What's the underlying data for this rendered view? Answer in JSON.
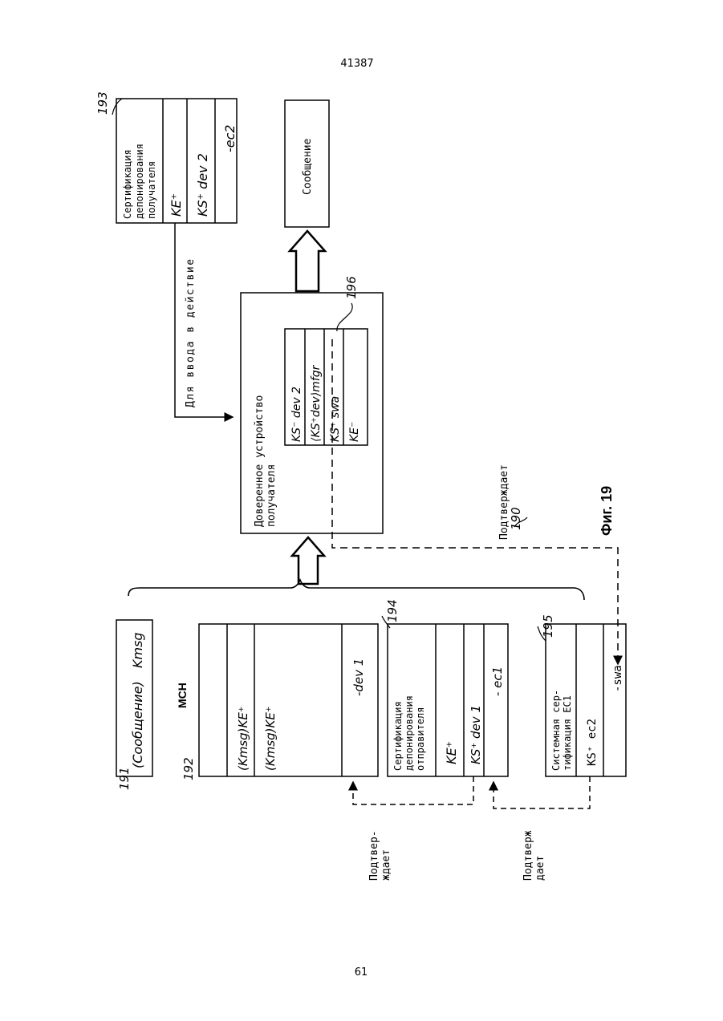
{
  "page": {
    "doc_number": "41387",
    "page_number": "61"
  },
  "figure": {
    "caption": "Фиг. 19"
  },
  "blocks": {
    "cert_recipient": {
      "ref": "193",
      "title_lines": [
        "Сертификация",
        "депонирования",
        "получателя"
      ],
      "rows": [
        "KE⁺",
        "KS⁺ dev 2",
        "-ec2"
      ]
    },
    "message_out": {
      "label": "Сообщение"
    },
    "trusted_device": {
      "ref": "190",
      "title_lines": [
        "Доверенное устройство",
        "получателя"
      ],
      "inner_ref": "196",
      "rows": [
        "KS⁻ dev 2",
        "⟨KS⁺dev⟩mfgr",
        "KS⁺ swa",
        "KE⁻"
      ]
    },
    "message_in": {
      "ref": "191",
      "left_text": "(Сообщение)",
      "right_text": "Kmsg"
    },
    "mch": {
      "ref": "192",
      "label": "MCH",
      "rows": [
        "(Kmsg)KE⁺",
        "(Kmsg)KE⁺",
        "",
        "-dev 1"
      ]
    },
    "cert_sender": {
      "ref": "194",
      "title_lines": [
        "Сертификация",
        "депонирования",
        "отправителя"
      ],
      "rows": [
        "KE⁺",
        "KS⁺ dev 1",
        "- ec1"
      ]
    },
    "system_cert": {
      "ref": "195",
      "title_lines": [
        "Системная сер-",
        "тификация EC1"
      ],
      "rows": [
        "KS⁺ ec2",
        "-swa"
      ]
    }
  },
  "annotations": {
    "activate": "Для ввода в действие",
    "confirms_top": "Подтверждает",
    "confirms_1_lines": [
      "Подтвер-",
      "ждает"
    ],
    "confirms_2_lines": [
      "Подтверж",
      "дает"
    ]
  }
}
